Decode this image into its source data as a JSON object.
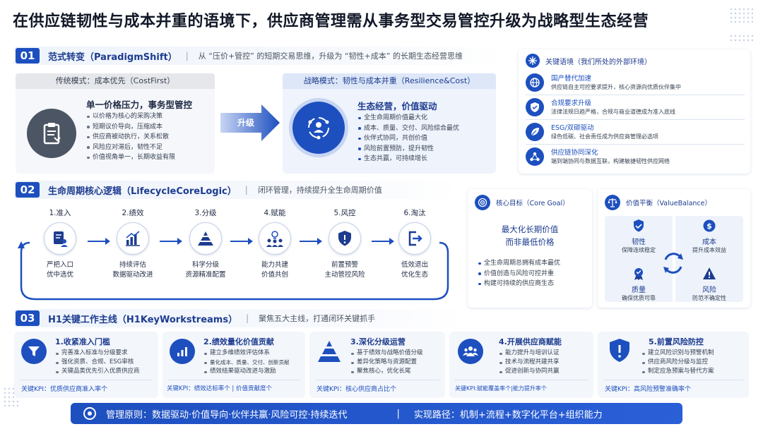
{
  "title": "在供应链韧性与成本并重的语境下，供应商管理需从事务型交易管控升级为战略型生态经营",
  "sec1": {
    "num": "01",
    "title": "范式转变（ParadigmShift）",
    "subtitle": "从 “压价+管控” 的短期交易思维，升级为 “韧性+成本” 的长期生态经营思维",
    "traditional": {
      "header": "传统模式：成本优先（CostFirst）",
      "heading": "单一价格压力，事务型管控",
      "bullets": [
        "以价格为核心的采购决策",
        "短期议价导向，压缩成本",
        "供应商被动执行，关系松散",
        "风险应对滞后，韧性不足",
        "价值视角单一，长期收益有限"
      ]
    },
    "upgrade_label": "升级",
    "strategic": {
      "header": "战略模式：韧性与成本并重（Resilience&Cost）",
      "heading": "生态经营，价值驱动",
      "bullets": [
        "全生命周期价值最大化",
        "成本、质量、交付、风险综合最优",
        "伙伴式协同，共创价值",
        "风险前置预防，提升韧性",
        "生态共赢，可持续增长"
      ]
    }
  },
  "context": {
    "title": "关键语境（我们所处的外部环境）",
    "items": [
      {
        "title": "国产替代加速",
        "desc": "供应链自主可控要求提升，核心资源向优质伙伴集中"
      },
      {
        "title": "合规要求升级",
        "desc": "法律法规日趋严格，合规与商业道德成为准入底线"
      },
      {
        "title": "ESG/双碳驱动",
        "desc": "绿色低碳、社会责任成为供应商管理必选项"
      },
      {
        "title": "供应链协同深化",
        "desc": "端到端协同与数据互联，构建敏捷韧性供应网络"
      }
    ]
  },
  "sec2": {
    "num": "02",
    "title": "生命周期核心逻辑（LifecycleCoreLogic）",
    "subtitle": "闭环管理，持续提升全生命周期价值",
    "steps": [
      {
        "label": "1.准入",
        "d1": "严把入口",
        "d2": "优中选优"
      },
      {
        "label": "2.绩效",
        "d1": "持续评估",
        "d2": "数据驱动改进"
      },
      {
        "label": "3.分级",
        "d1": "科学分级",
        "d2": "资源精准配置"
      },
      {
        "label": "4.赋能",
        "d1": "能力共建",
        "d2": "价值共创"
      },
      {
        "label": "5.风控",
        "d1": "前置预警",
        "d2": "主动管控风险"
      },
      {
        "label": "6.淘汰",
        "d1": "低效退出",
        "d2": "优化生态"
      }
    ]
  },
  "goal": {
    "title": "核心目标（Core Goal）",
    "main1": "最大化长期价值",
    "main2": "而非最低价格",
    "bullets": [
      "全生命周期总拥有成本最优",
      "价值创造与风险可控并重",
      "构建可持续的供应商生态"
    ]
  },
  "balance": {
    "title": "价值平衡（ValueBalance）",
    "items": [
      {
        "title": "韧性",
        "desc": "保障连续稳定"
      },
      {
        "title": "成本",
        "desc": "提升成本效益"
      },
      {
        "title": "质量",
        "desc": "确保优质可靠"
      },
      {
        "title": "风险",
        "desc": "防范不确定性"
      }
    ]
  },
  "sec3": {
    "num": "03",
    "title": "H1关键工作主线（H1KeyWorkstreams）",
    "subtitle": "聚焦五大主线，打通闭环关键抓手",
    "items": [
      {
        "title": "1.收紧准入门槛",
        "bullets": [
          "完善准入标准与分级要求",
          "强化资质、合规、ESG审核",
          "关键品类优先引入优质供应商"
        ],
        "kpi": "关键KPI：优质供应商准入率个"
      },
      {
        "title": "2.绩效量化价值贡献",
        "bullets": [
          "建立多维绩效评估体系",
          "量化成本、质量、交付、创新贡献",
          "绩效结果驱动改进与激励"
        ],
        "kpi": "关键KPI：绩效达标率个   |  价值贡献度个"
      },
      {
        "title": "3.深化分级运营",
        "bullets": [
          "基于绩效与战略价值分级",
          "差异化策略与资源配置",
          "聚焦核心，优化长尾"
        ],
        "kpi": "关键KPI：核心供应商占比个"
      },
      {
        "title": "4.开展供应商赋能",
        "bullets": [
          "能力提升与培训认证",
          "技术与流程共建共享",
          "促进创新与协同共赢"
        ],
        "kpi": "关键KPI:赋能覆盖率个|能力提升率个"
      },
      {
        "title": "5.前置风险防控",
        "bullets": [
          "建立风险识别与预警机制",
          "供应商风险分级与监控",
          "制定应急预案与替代方案"
        ],
        "kpi": "关键KPI：高风险预警准确率个"
      }
    ]
  },
  "footer": {
    "principle": "管理原则：数据驱动·价值导向·伙伴共赢·风险可控·持续迭代",
    "divider": "|",
    "path": "实现路径：机制+流程+数字化平台+组织能力"
  }
}
